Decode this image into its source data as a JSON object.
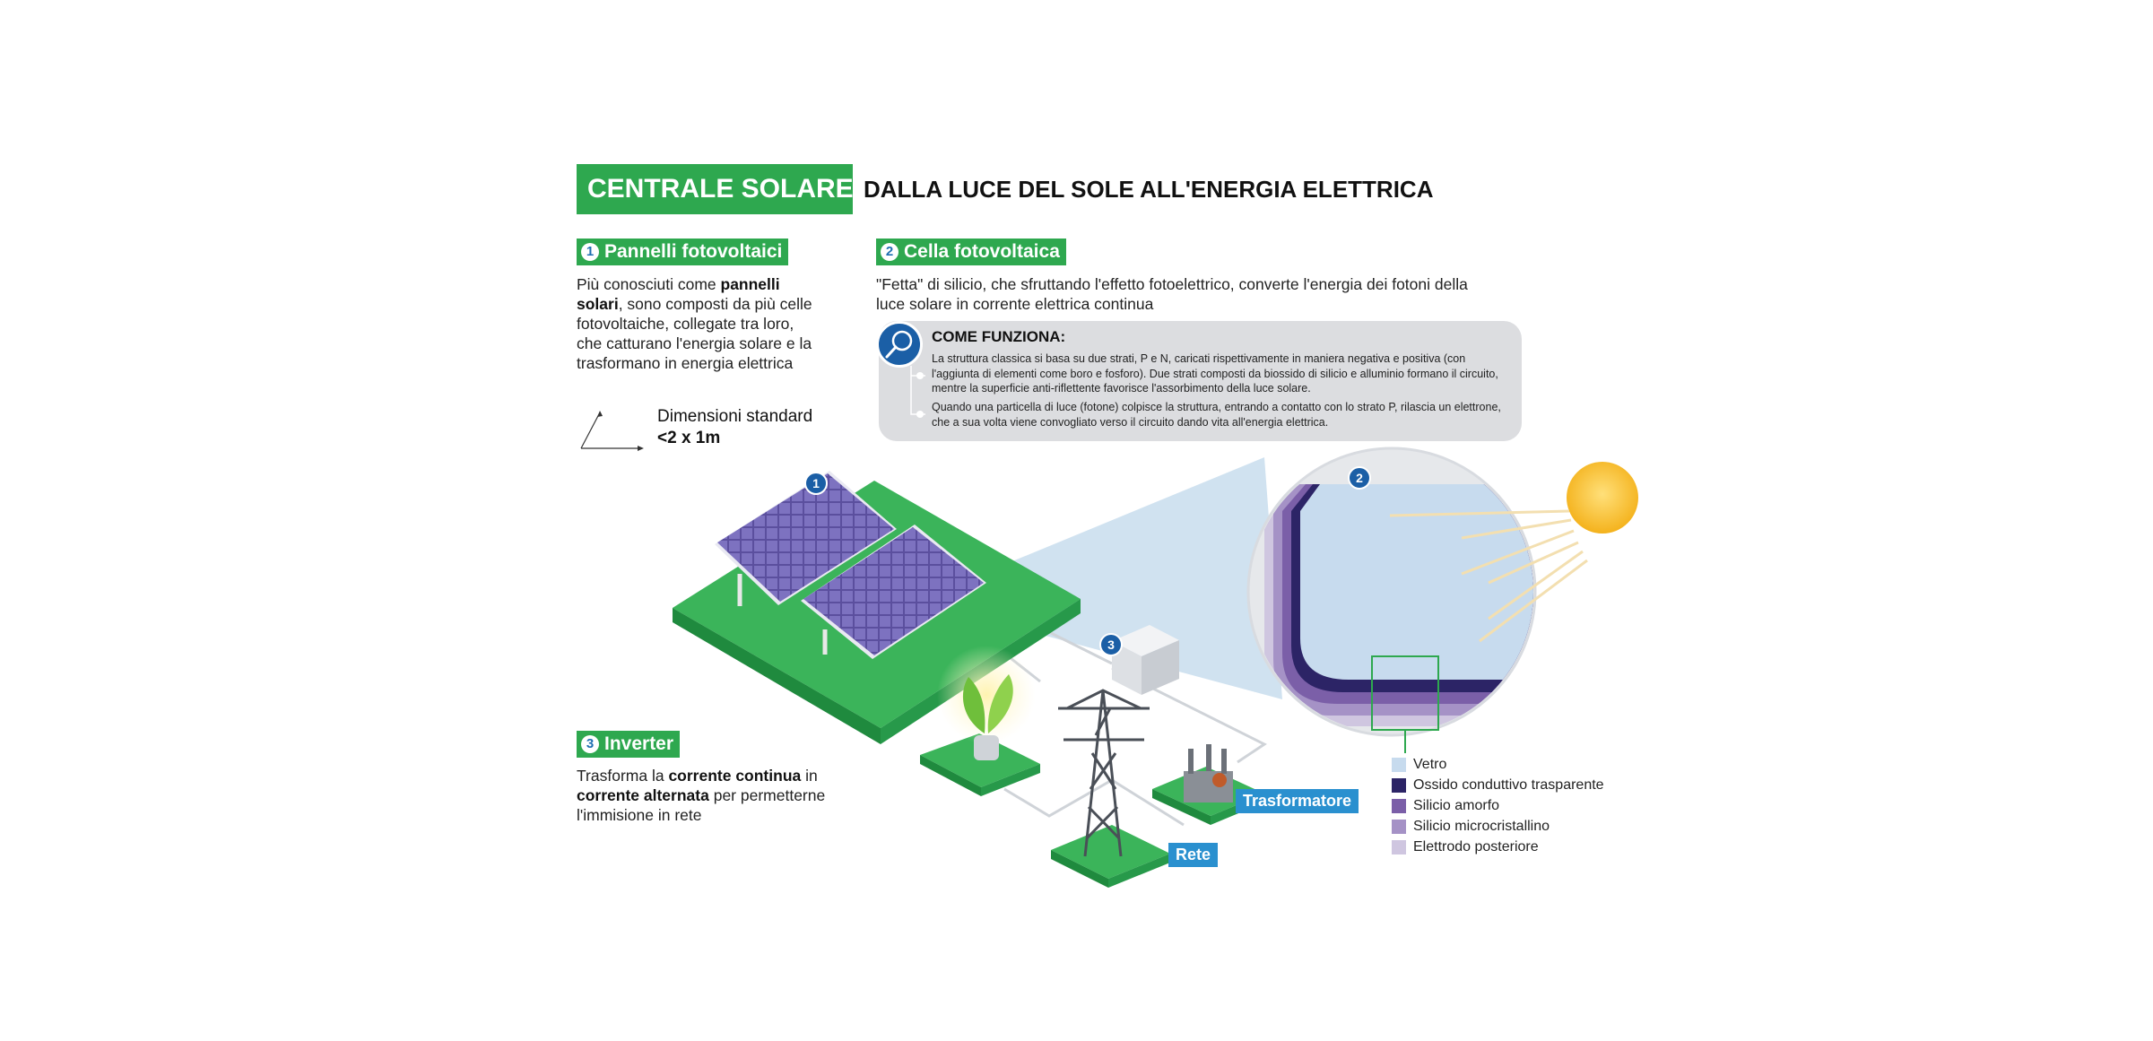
{
  "header": {
    "title": "CENTRALE SOLARE",
    "subtitle": "DALLA LUCE DEL SOLE ALL'ENERGIA ELETTRICA"
  },
  "section1": {
    "number": "1",
    "title": "Pannelli fotovoltaici",
    "text_a": "Più conosciuti come ",
    "text_bold": "pannelli solari",
    "text_b": ", sono composti da più celle fotovoltaiche, collegate tra loro, che catturano l'energia solare e la trasformano in energia elettrica",
    "dim_label": "Dimensioni standard",
    "dim_value": "<2 x 1m"
  },
  "section2": {
    "number": "2",
    "title": "Cella fotovoltaica",
    "text": "\"Fetta\" di silicio, che sfruttando l'effetto fotoelettrico, converte l'energia dei fotoni della luce solare in corrente elettrica continua",
    "how_title": "COME FUNZIONA:",
    "how_p1": "La struttura classica si basa su due strati, P e N, caricati rispettivamente in maniera negativa e positiva (con l'aggiunta di elementi come boro e fosforo). Due strati composti da biossido di silicio e alluminio formano il circuito, mentre la superficie anti-riflettente favorisce l'assorbimento della luce solare.",
    "how_p2": "Quando una particella di luce (fotone) colpisce la struttura, entrando a contatto con lo strato P, rilascia un elettrone, che a sua volta viene convogliato verso il circuito dando vita all'energia elettrica."
  },
  "section3": {
    "number": "3",
    "title": "Inverter",
    "text_a": "Trasforma la ",
    "text_bold1": "corrente continua",
    "text_b": " in ",
    "text_bold2": "corrente alternata",
    "text_c": " per permetterne l'immisione in rete"
  },
  "labels": {
    "trasformatore": "Trasformatore",
    "rete": "Rete",
    "badge1": "1",
    "badge2": "2",
    "badge3": "3"
  },
  "legend": [
    {
      "label": "Vetro",
      "color": "#c7dbee"
    },
    {
      "label": "Ossido conduttivo trasparente",
      "color": "#2c2466"
    },
    {
      "label": "Silicio amorfo",
      "color": "#7b5fa8"
    },
    {
      "label": "Silicio microcristallino",
      "color": "#a592c6"
    },
    {
      "label": "Elettrodo posteriore",
      "color": "#cfc6e0"
    }
  ],
  "colors": {
    "green": "#2ea84f",
    "blue": "#1b5fa6",
    "tag_blue": "#2a90cf",
    "panel": "#5b4f9e"
  }
}
